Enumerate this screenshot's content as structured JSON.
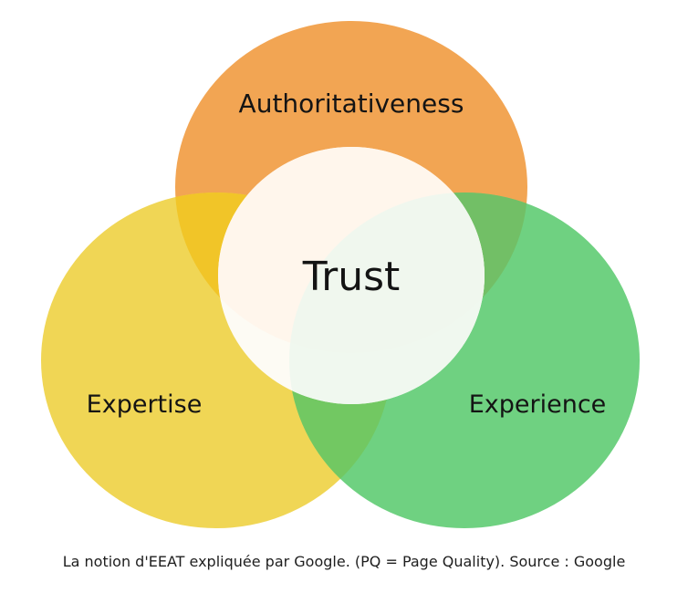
{
  "diagram": {
    "sets": [
      {
        "name": "Authoritativeness",
        "color": "#f2a553"
      },
      {
        "name": "Expertise",
        "color": "#f0d655"
      },
      {
        "name": "Experience",
        "color": "#6fd181"
      }
    ],
    "center": {
      "label": "Trust",
      "color": "#fdfbf4"
    },
    "caption": "La notion d'EEAT expliquée par Google. (PQ = Page Quality). Source : Google"
  }
}
